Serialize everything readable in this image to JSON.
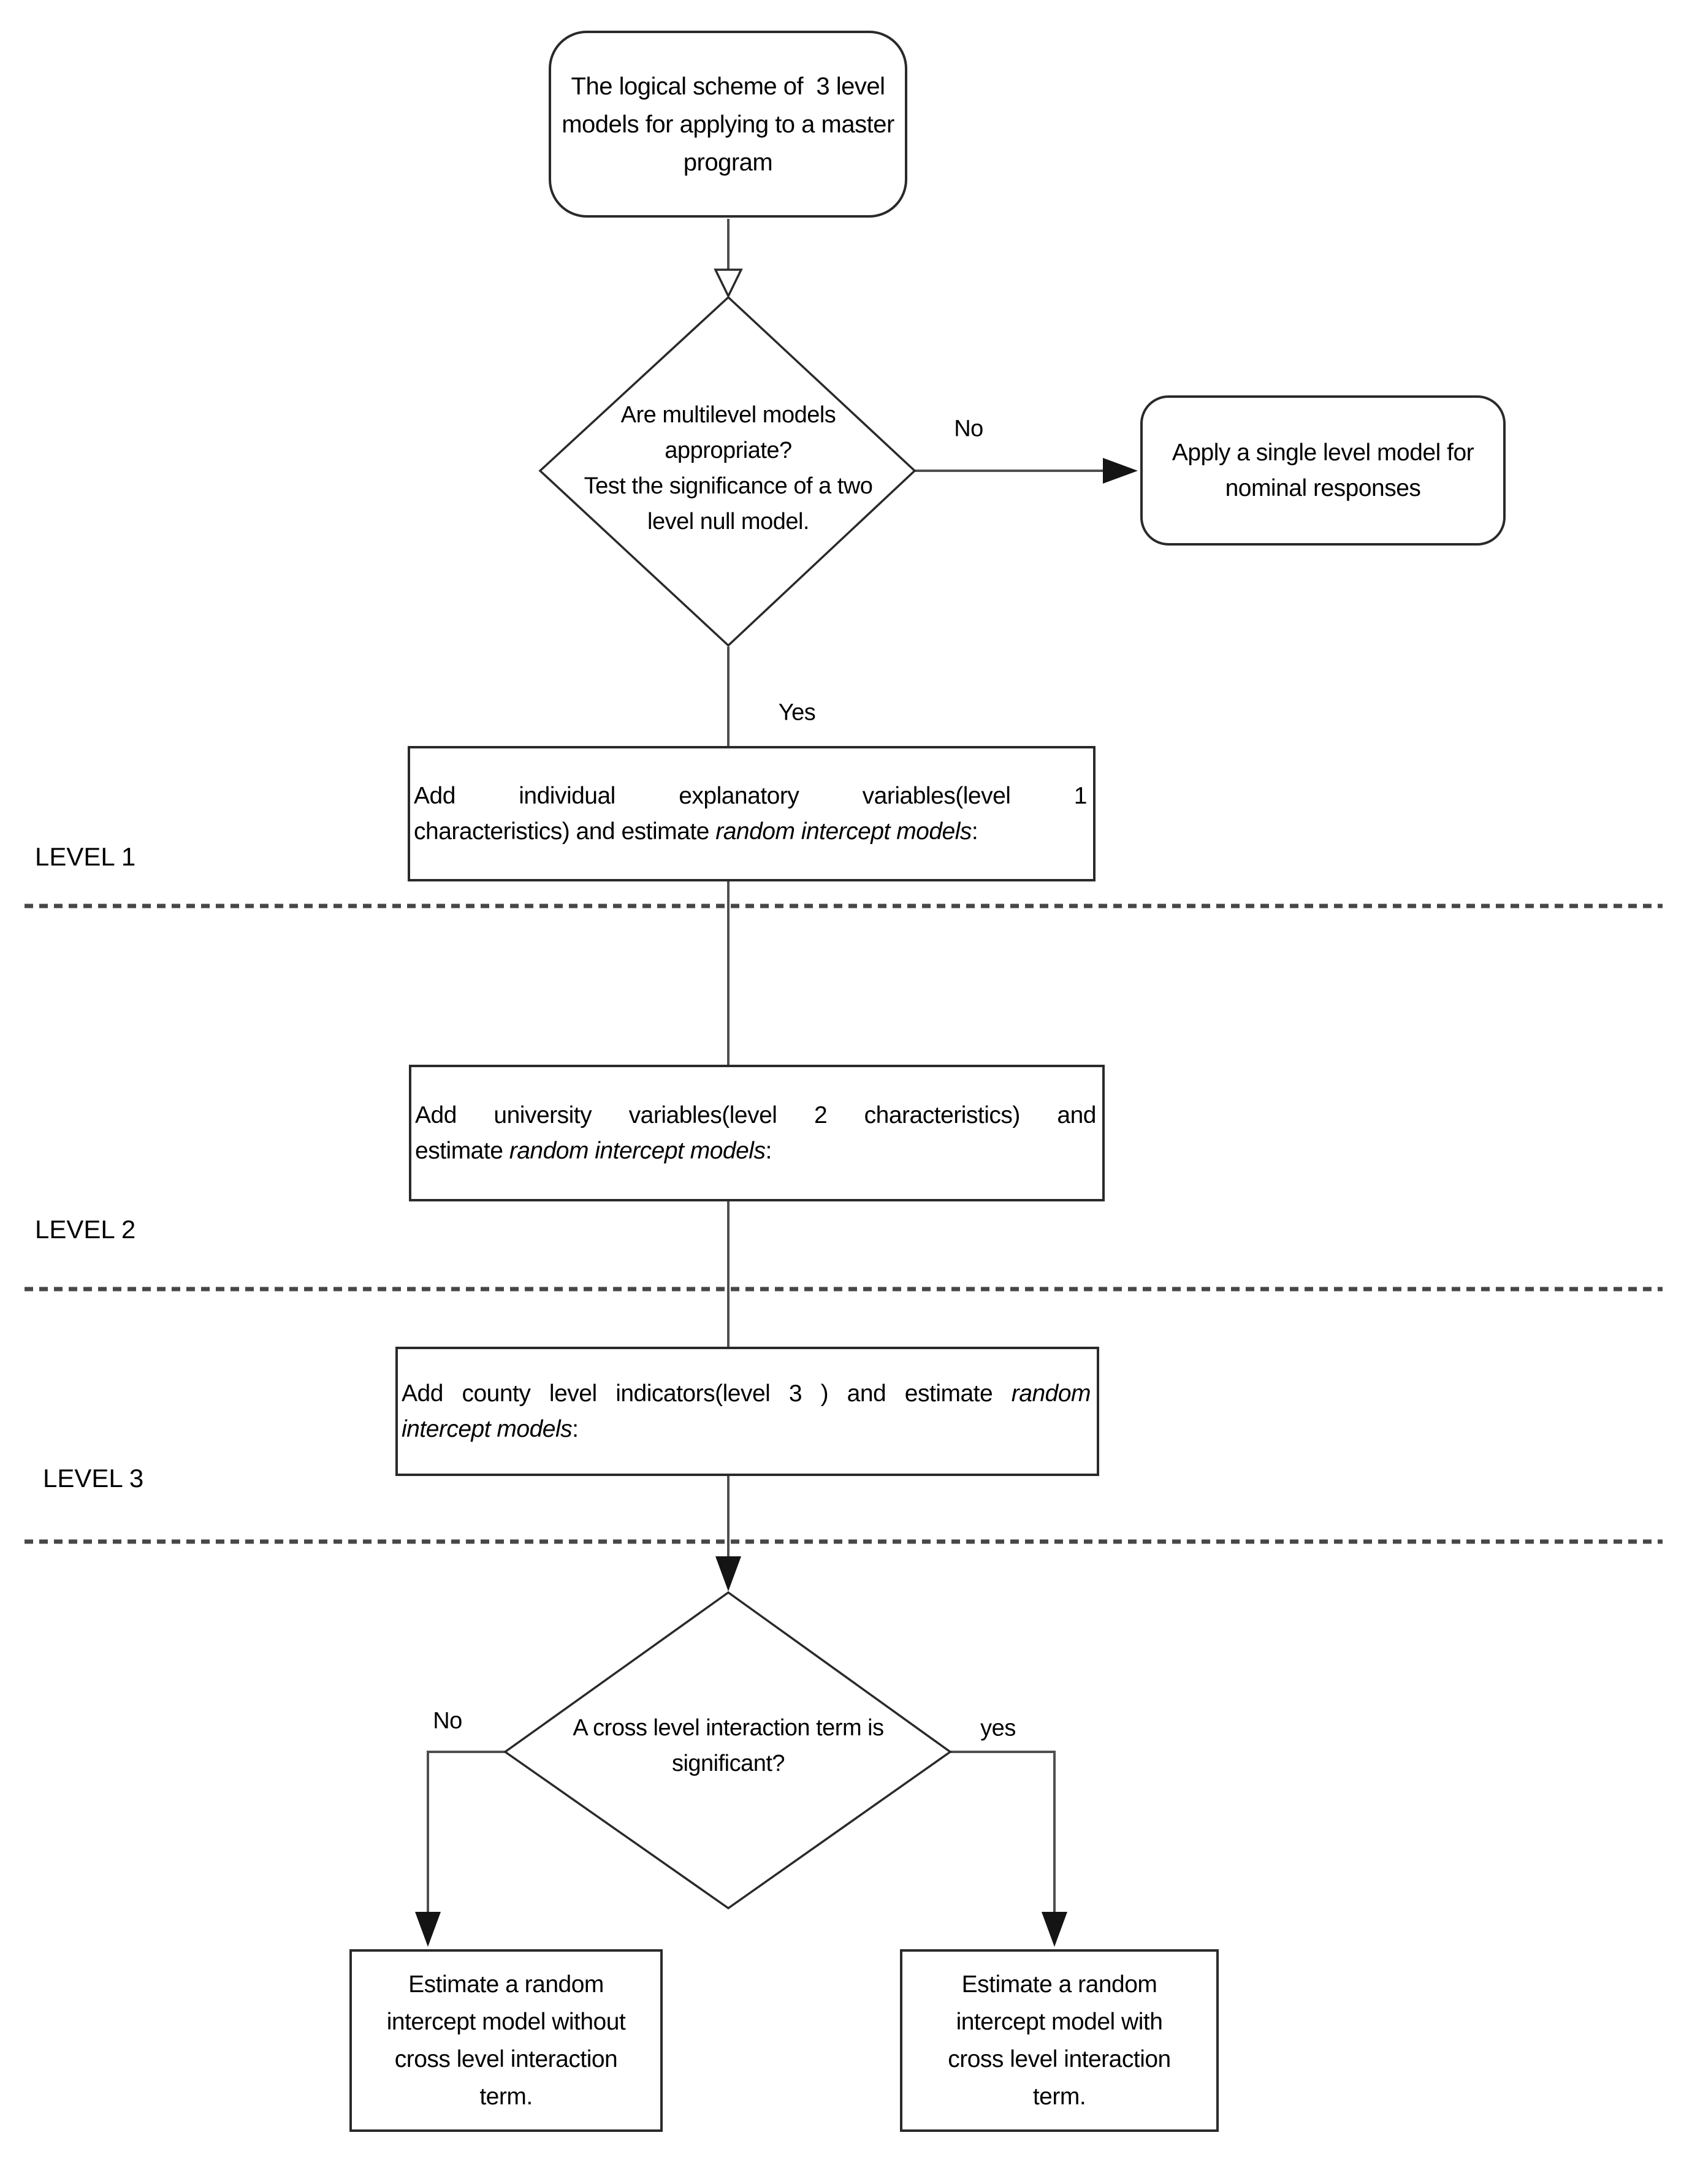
{
  "colors": {
    "shape_border": "#2a2a2a",
    "connector": "#4f4f4f",
    "arrow_fill": "#141414",
    "dashed_line": "#474747",
    "text": "#000000"
  },
  "flow": {
    "title": {
      "lines": [
        "The logical scheme of  3 level",
        "models for applying to a master",
        "program"
      ]
    },
    "decision_multilevel": {
      "lines": [
        "Are multilevel models",
        "appropriate?",
        "Test the significance of a two",
        "level null model."
      ]
    },
    "branch_multilevel": {
      "no": "No",
      "yes": "Yes"
    },
    "single_level_node": {
      "lines": [
        "Apply a single level model for",
        "nominal responses"
      ]
    },
    "level1_node": {
      "justified_line": [
        {
          "text": "Add individual explanatory variables(level 1"
        }
      ],
      "rest_line": [
        {
          "text": "characteristics) and estimate "
        },
        {
          "text": "random intercept models",
          "italic": true
        },
        {
          "text": ":"
        }
      ]
    },
    "level2_node": {
      "justified_line": [
        {
          "text": "Add university variables(level 2 characteristics) and"
        }
      ],
      "rest_line": [
        {
          "text": "estimate "
        },
        {
          "text": "random intercept models",
          "italic": true
        },
        {
          "text": ":"
        }
      ]
    },
    "level3_node": {
      "justified_line": [
        {
          "text": "Add county level indicators(level 3 ) and estimate "
        },
        {
          "text": "random",
          "italic": true
        }
      ],
      "rest_line": [
        {
          "text": "intercept models",
          "italic": true
        },
        {
          "text": ":"
        }
      ]
    },
    "level_labels": {
      "level1": "LEVEL 1",
      "level2": "LEVEL 2",
      "level3": "LEVEL 3"
    },
    "decision_interaction": {
      "lines": [
        "A cross level interaction term is",
        "significant?"
      ]
    },
    "branch_interaction": {
      "no": "No",
      "yes": "yes"
    },
    "without_interaction_node": {
      "lines": [
        "Estimate a random",
        "intercept model without",
        "cross level interaction",
        "term."
      ]
    },
    "with_interaction_node": {
      "lines": [
        "Estimate a random",
        "intercept model with",
        "cross level interaction",
        "term."
      ]
    }
  }
}
